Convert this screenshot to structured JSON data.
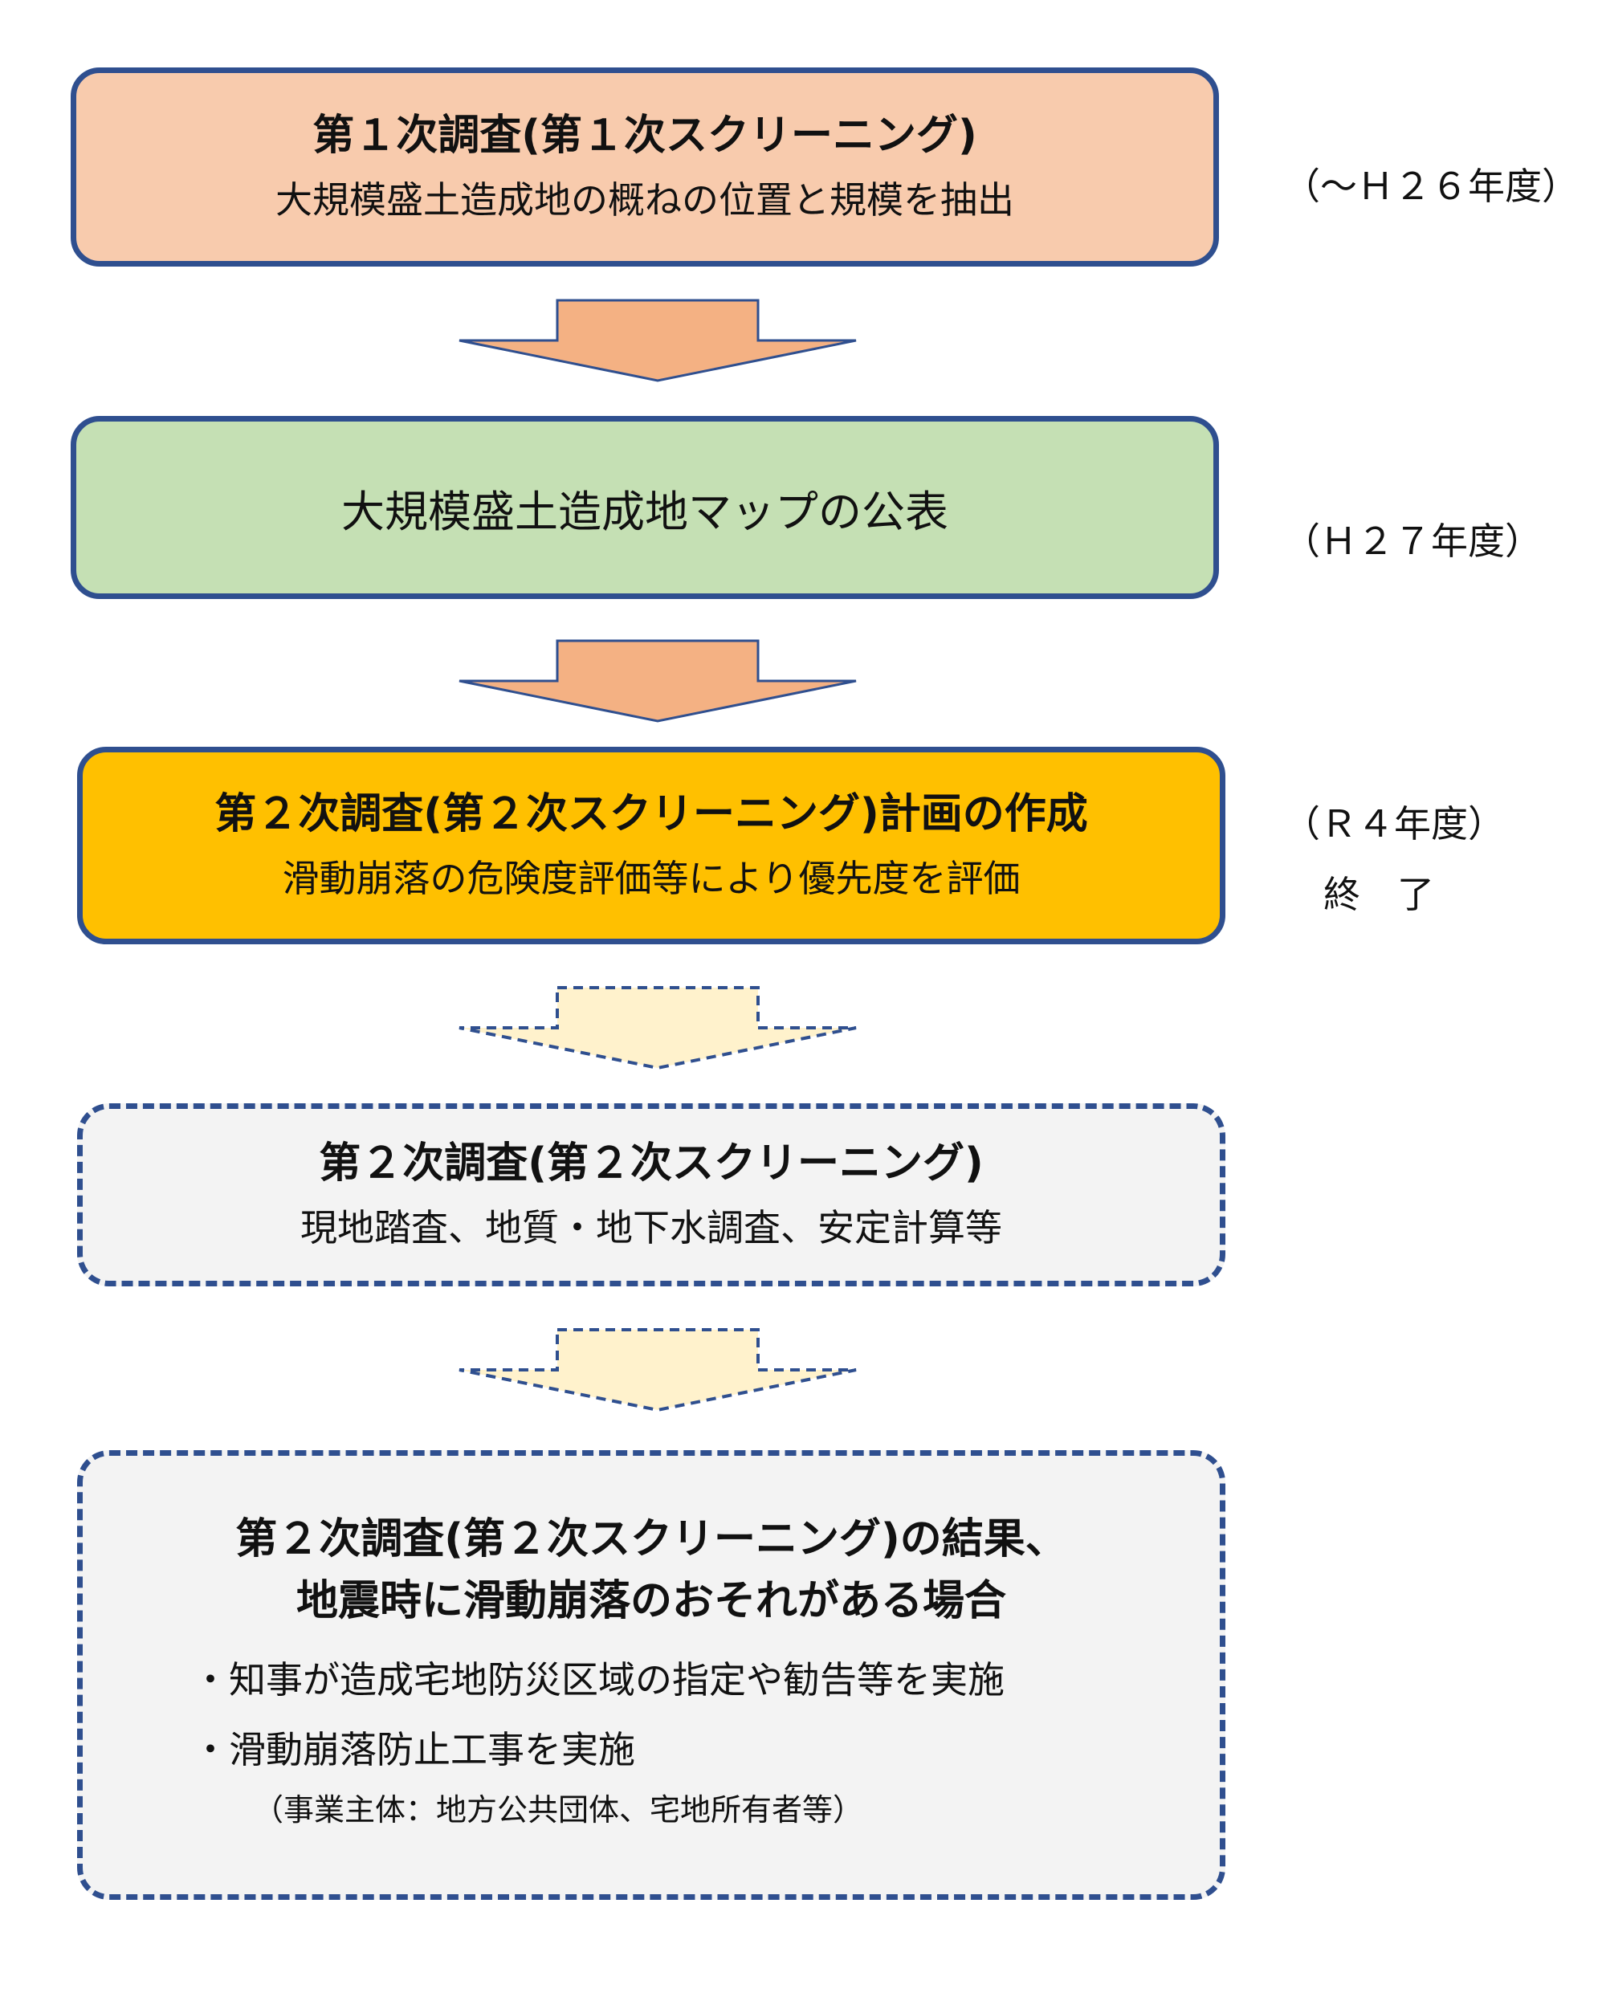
{
  "step1": {
    "title": "第１次調査(第１次スクリーニング)",
    "subtitle": "大規模盛土造成地の概ねの位置と規模を抽出",
    "period": "（～Ｈ２６年度）"
  },
  "step2": {
    "title": "大規模盛土造成地マップの公表",
    "period": "（Ｈ２７年度）"
  },
  "step3": {
    "title": "第２次調査(第２次スクリーニング)計画の作成",
    "subtitle": "滑動崩落の危険度評価等により優先度を評価",
    "period": "（Ｒ４年度）",
    "status": "終　了"
  },
  "step4": {
    "title": "第２次調査(第２次スクリーニング)",
    "subtitle": "現地踏査、地質・地下水調査、安定計算等"
  },
  "step5": {
    "title_line1": "第２次調査(第２次スクリーニング)の結果、",
    "title_line2": "地震時に滑動崩落のおそれがある場合",
    "bullet1": "・知事が造成宅地防災区域の指定や勧告等を実施",
    "bullet2": "・滑動崩落防止工事を実施",
    "note": "（事業主体：地方公共団体、宅地所有者等）"
  },
  "colors": {
    "step1_fill": "#f8cbad",
    "step2_fill": "#c5e0b4",
    "step3_fill": "#ffc000",
    "pending_fill": "#f3f3f3",
    "border": "#2f4f8f",
    "arrow_solid": "#f4b183",
    "arrow_pending": "#fff2cc"
  }
}
